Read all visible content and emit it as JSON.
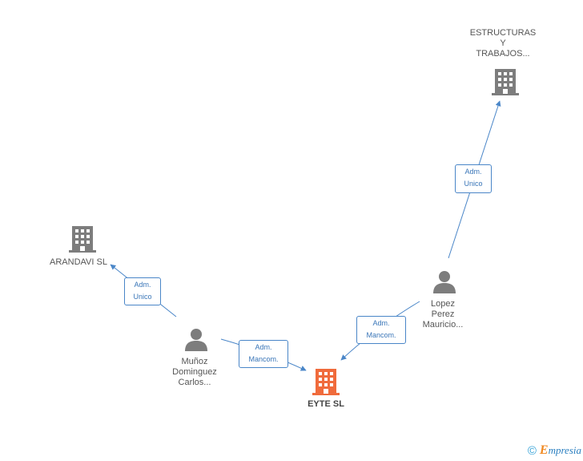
{
  "colors": {
    "company_icon": "#7d7d7d",
    "focus_icon": "#f06b3c",
    "person_icon": "#7d7d7d",
    "edge": "#4a86c8"
  },
  "nodes": {
    "estructuras": {
      "kind": "company",
      "icon": "building-icon",
      "label": [
        "ESTRUCTURAS",
        "Y",
        "TRABAJOS..."
      ]
    },
    "arandavi": {
      "kind": "company",
      "icon": "building-icon",
      "label": [
        "ARANDAVI SL"
      ]
    },
    "eyte": {
      "kind": "company",
      "icon": "building-icon",
      "focus": true,
      "label": [
        "EYTE SL"
      ]
    },
    "lopez": {
      "kind": "person",
      "icon": "person-icon",
      "label": [
        "Lopez",
        "Perez",
        "Mauricio..."
      ]
    },
    "munoz": {
      "kind": "person",
      "icon": "person-icon",
      "label": [
        "Muñoz",
        "Dominguez",
        "Carlos..."
      ]
    }
  },
  "edges": [
    {
      "from": "lopez",
      "to": "estructuras",
      "label": [
        "Adm.",
        "Unico"
      ]
    },
    {
      "from": "munoz",
      "to": "arandavi",
      "label": [
        "Adm.",
        "Unico"
      ]
    },
    {
      "from": "munoz",
      "to": "eyte",
      "label": [
        "Adm.",
        "Mancom."
      ]
    },
    {
      "from": "lopez",
      "to": "eyte",
      "label": [
        "Adm.",
        "Mancom."
      ]
    }
  ],
  "footer": {
    "copyright": "©",
    "brand_initial": "E",
    "brand_rest": "mpresia"
  }
}
